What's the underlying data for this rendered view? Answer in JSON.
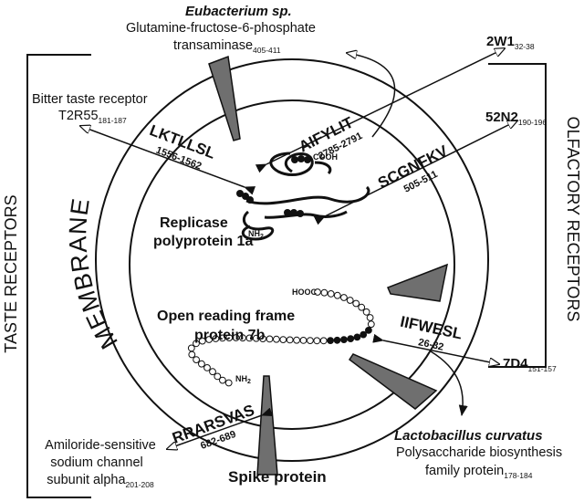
{
  "side_labels": {
    "taste": "TASTE RECEPTORS",
    "olfactory": "OLFACTORY RECEPTORS"
  },
  "membrane_label": "MEMBRANE",
  "proteins": {
    "replicase_line1": "Replicase",
    "replicase_line2": "polyprotein 1a",
    "orf_line1": "Open reading frame",
    "orf_line2": "protein 7b",
    "spike": "Spike protein"
  },
  "termini": {
    "cooh": "COOH",
    "nh2": "NH",
    "nh2_sub": "2",
    "hooc": "HOOC",
    "nh2b": "NH",
    "nh2b_sub": "2"
  },
  "motifs": {
    "aifylit": {
      "seq": "AIFYLIT",
      "range": "2785-2791"
    },
    "lktllsl": {
      "seq": "LKTLLSL",
      "range": "1556-1562"
    },
    "scgnfkv": {
      "seq": "SCGNFKV",
      "range": "505-511"
    },
    "iifwesl": {
      "seq": "IIFWESL",
      "range": "26-32"
    },
    "rrarsvas": {
      "seq": "RRARSVAS",
      "range": "682-689"
    }
  },
  "targets": {
    "eubacterium": {
      "org": "Eubacterium sp.",
      "line1": "Glutamine-fructose-6-phosphate",
      "line2": "transaminase",
      "sub": "405-411"
    },
    "bitter": {
      "line1": "Bitter taste receptor",
      "line2": "T2R55",
      "sub": "181-187"
    },
    "r2w1": {
      "name": "2W1",
      "sub": "32-38"
    },
    "r52n2": {
      "name": "52N2",
      "sub": "190-196"
    },
    "r7d4": {
      "name": "7D4",
      "sub": "151-157"
    },
    "lacto": {
      "org": "Lactobacillus curvatus",
      "line1": "Polysaccharide biosynthesis",
      "line2": "family protein",
      "sub": "178-184"
    },
    "amiloride": {
      "line1": "Amiloride-sensitive",
      "line2": "sodium channel",
      "line3": "subunit alpha",
      "sub": "201-208"
    }
  }
}
